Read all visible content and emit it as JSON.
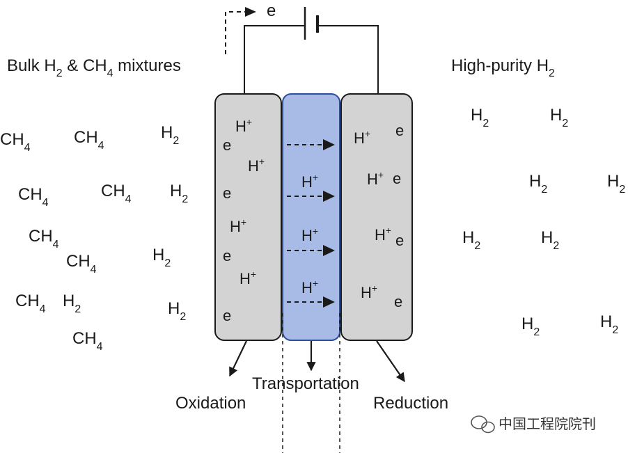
{
  "labels": {
    "bulk_prefix": "Bulk H",
    "bulk_sub": "2",
    "bulk_mid": " & CH",
    "bulk_sub2": "4",
    "bulk_suffix": " mixtures",
    "purity_prefix": "High-purity H",
    "purity_sub": "2",
    "oxidation": "Oxidation",
    "transportation": "Transportation",
    "reduction": "Reduction",
    "circuit_electron": "e"
  },
  "molecules": {
    "ch4_main": "CH",
    "ch4_sub": "4",
    "h2_main": "H",
    "h2_sub": "2"
  },
  "ions": {
    "proton_main": "H",
    "proton_sup": "+",
    "electron": "e"
  },
  "watermark": {
    "text": "中国工程院院刊",
    "icon": "wechat-icon"
  },
  "colors": {
    "electrode_fill": "#d3d3d3",
    "membrane_fill": "#a7bbe6",
    "membrane_stroke": "#2d4f9a",
    "line": "#1a1a1a"
  }
}
